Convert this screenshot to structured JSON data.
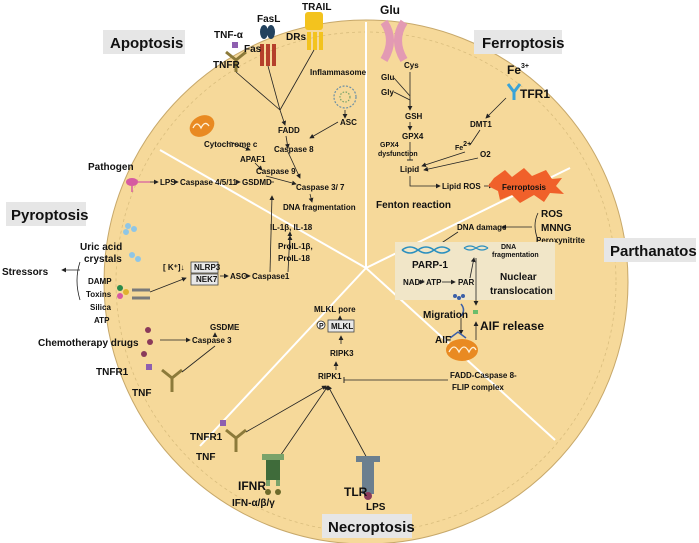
{
  "colors": {
    "circle": "#f6d99a",
    "circle_edge": "#c7a86a",
    "label_box": "#e6e6e6",
    "membrane": "#b8dbe8",
    "mito": "#e98a22",
    "burst": "#f0602a"
  },
  "titles": {
    "apoptosis": "Apoptosis",
    "ferroptosis": "Ferroptosis",
    "pyroptosis": "Pyroptosis",
    "parthanatos": "Parthanatos",
    "necroptosis": "Necroptosis"
  },
  "apoptosis": {
    "tnf_alpha": "TNF-α",
    "tnfr": "TNFR",
    "fasl": "FasL",
    "fas": "Fas",
    "trail": "TRAIL",
    "drs": "DRs",
    "inflammasome": "Inflammasome",
    "fadd": "FADD",
    "caspase8": "Caspase 8",
    "asc": "ASC",
    "cytochrome_c": "Cytochrome c",
    "apaf1": "APAF1",
    "caspase9": "Caspase 9",
    "caspase37": "Caspase 3/ 7",
    "dna_frag": "DNA fragmentation"
  },
  "ferroptosis": {
    "glu_top": "Glu",
    "cys": "Cys",
    "glu": "Glu",
    "gly": "Gly",
    "gsh": "GSH",
    "gpx4": "GPX4",
    "gpx4_dys_1": "GPX4",
    "gpx4_dys_2": "dysfunction",
    "fe_base": "Fe",
    "fe_sup": "3+",
    "tfr1": "TFR1",
    "dmt1": "DMT1",
    "fe2_base": "Fe",
    "fe2_sup": "2+",
    "o2": "O2",
    "lipid": "Lipid",
    "lipid_ros": "Lipid ROS",
    "burst_label": "Ferroptosis",
    "fenton": "Fenton reaction"
  },
  "pyroptosis": {
    "pathogen": "Pathogen",
    "lps": "LPS",
    "caspase4511": "Caspase 4/5/11",
    "gsdmd": "GSDMD",
    "uric_1": "Uric acid",
    "uric_2": "crystals",
    "stressors": "Stressors",
    "damp": "DAMP",
    "toxins": "Toxins",
    "silica": "Silica",
    "atp": "ATP",
    "k_label": "[ K⁺]↓",
    "nlrp3": "NLRP3",
    "nek7": "NEK7",
    "asc": "ASC",
    "caspase1": "Caspase1",
    "il": "IL-1β, IL-18",
    "proil_1": "ProIL-1β,",
    "proil_2": "ProIL-18",
    "chemo": "Chemotherapy drugs",
    "gsdme": "GSDME",
    "caspase3": "Caspase 3",
    "tnfr1": "TNFR1",
    "tnf": "TNF"
  },
  "parthanatos": {
    "ros": "ROS",
    "mnng": "MNNG",
    "peroxynitrite": "Peroxynitrite",
    "dna_damage": "DNA damage",
    "parp1": "PARP-1",
    "dna_frag_1": "DNA",
    "dna_frag_2": "fragmentation",
    "nad": "NAD⁺",
    "atp": "ATP",
    "par": "PAR",
    "nuclear_1": "Nuclear",
    "nuclear_2": "translocation",
    "migration": "Migration",
    "aif_release": "AIF release",
    "aif": "AIF"
  },
  "necroptosis": {
    "mlkl_pore": "MLKL pore",
    "p": "P",
    "mlkl": "MLKL",
    "ripk3": "RIPK3",
    "ripk1": "RIPK1",
    "fadd_1": "FADD-Caspase 8-",
    "fadd_2": "FLIP complex",
    "tnfr1": "TNFR1",
    "tnf": "TNF",
    "ifnr": "IFNR",
    "ifn": "IFN-α/β/γ",
    "tlr": "TLR",
    "lps": "LPS"
  }
}
